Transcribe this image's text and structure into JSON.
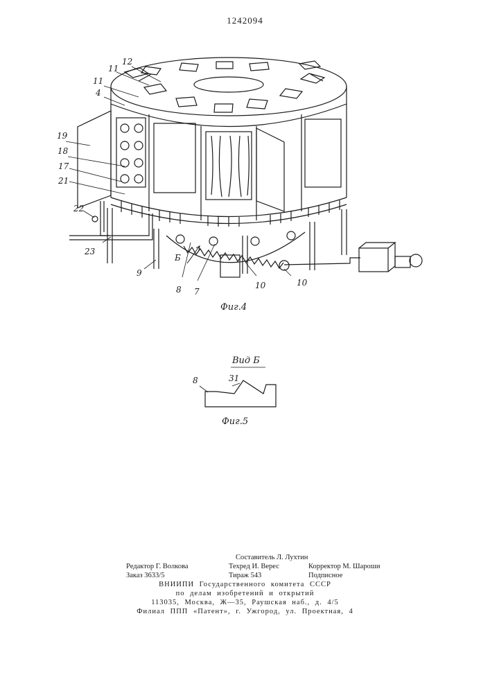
{
  "header": {
    "patent_number": "1242094"
  },
  "figure4": {
    "caption": "Фиг.4",
    "labels": [
      "12",
      "11",
      "11",
      "4",
      "19",
      "18",
      "17",
      "21",
      "22",
      "23",
      "9",
      "Б",
      "8",
      "7",
      "10",
      "10"
    ]
  },
  "figure5": {
    "view_label": "Вид Б",
    "caption": "Фиг.5",
    "labels": [
      "8",
      "31"
    ]
  },
  "imprint": {
    "composer": "Составитель Л. Лухтин",
    "editor": "Редактор Г. Волкова",
    "techred": "Техред И. Верес",
    "corrector": "Корректор М. Шароши",
    "order": "Заказ 3633/5",
    "edition": "Тираж 543",
    "subscription": "Подписное",
    "institute": "ВНИИПИ Государственного комитета СССР",
    "committee": "по делам изобретений и открытий",
    "address": "113035, Москва, Ж—35, Раушская наб., д. 4/5",
    "branch": "Филиал ППП «Патент», г. Ужгород, ул. Проектная, 4"
  }
}
